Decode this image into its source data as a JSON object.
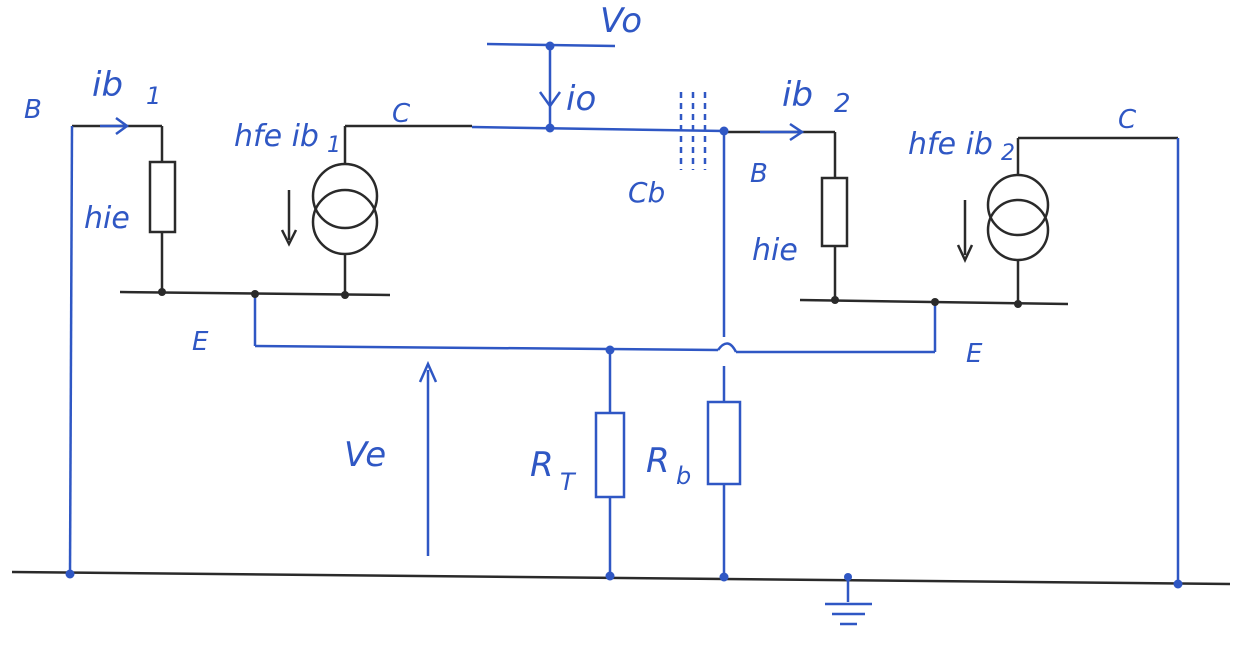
{
  "colors": {
    "ink_blue": "#2f57c4",
    "ink_black": "#2a2a2a",
    "background": "#ffffff"
  },
  "labels": {
    "vo": "Vo",
    "io": "io",
    "ib1": "ib",
    "ib1_sub": "1",
    "ib2": "ib",
    "ib2_sub": "2",
    "base_left": "B",
    "base_right": "B",
    "hie_left": "hie",
    "hie_right": "hie",
    "hfe_left": "hfe ib",
    "hfe_left_sub": "1",
    "hfe_right": "hfe ib",
    "hfe_right_sub": "2",
    "collector_left": "C",
    "collector_right": "C",
    "cb": "Cb",
    "emitter_left": "E",
    "emitter_right": "E",
    "ve": "Ve",
    "rt": "R",
    "rt_sub": "T",
    "rb": "R",
    "rb_sub": "b"
  }
}
